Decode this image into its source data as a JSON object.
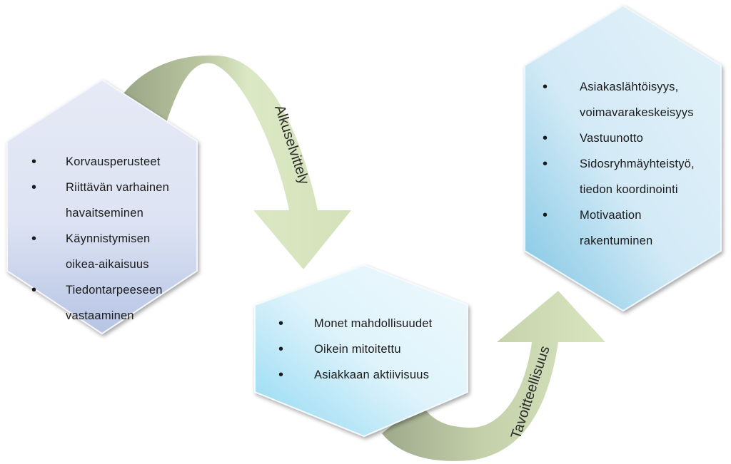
{
  "diagram": {
    "arrows": {
      "top": {
        "label": "Alkuselvittely"
      },
      "bottom": {
        "label": "Tavoitteellisuus"
      }
    },
    "left_hexagon": {
      "items": [
        {
          "lines": [
            "Korvausperusteet"
          ]
        },
        {
          "lines": [
            "Riittävän varhainen",
            "havaitseminen"
          ]
        },
        {
          "lines": [
            "Käynnistymisen",
            "oikea-aikaisuus"
          ]
        },
        {
          "lines": [
            "Tiedontarpeeseen",
            "vastaaminen"
          ]
        }
      ]
    },
    "middle_hexagon": {
      "items": [
        {
          "lines": [
            "Monet mahdollisuudet"
          ]
        },
        {
          "lines": [
            "Oikein mitoitettu"
          ]
        },
        {
          "lines": [
            "Asiakkaan aktiivisuus"
          ]
        }
      ]
    },
    "right_hexagon": {
      "items": [
        {
          "lines": [
            "Asiakaslähtöisyys,",
            "voimavarakeskeisyys"
          ]
        },
        {
          "lines": [
            "Vastuunotto"
          ]
        },
        {
          "lines": [
            "Sidosryhmäyhteistyö,",
            "tiedon koordinointi"
          ]
        },
        {
          "lines": [
            "Motivaation",
            "rakentuminen"
          ]
        }
      ]
    },
    "bullet_glyph": "•",
    "colors": {
      "left_hex_light": "#e3e8f5",
      "left_hex_dark": "#b4c3e3",
      "middle_hex_light": "#e3f5fb",
      "middle_hex_dark": "#8fd6f0",
      "right_hex_light": "#d8ecf7",
      "right_hex_dark": "#7cc3e2",
      "arrow_light": "#d8e6c0",
      "arrow_dark": "#9ea98b"
    }
  }
}
